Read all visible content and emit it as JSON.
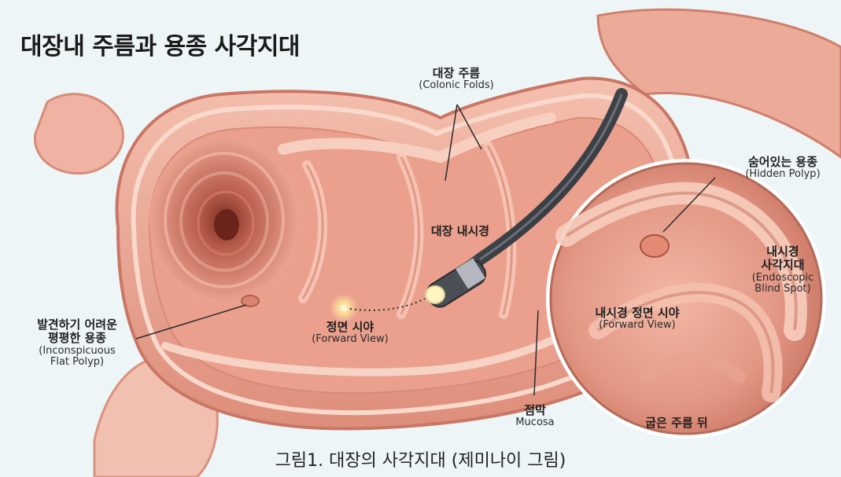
{
  "title": "대장내 주름과 용종 사각지대",
  "caption": "그림1. 대장의 사각지대 (제미나이 그림)",
  "labels": {
    "colonic_folds": {
      "ko": "대장 주름",
      "en": "(Colonic Folds)"
    },
    "hidden_polyp": {
      "ko": "숨어있는 용종",
      "en": "(Hidden Polyp)"
    },
    "endoscope": {
      "ko": "대장 내시경"
    },
    "blind_spot": {
      "ko_line1": "내시경",
      "ko_line2": "사각지대",
      "en_line1": "(Endoscopic",
      "en_line2": "Blind Spot)"
    },
    "flat_polyp": {
      "ko_line1": "발견하기 어려운",
      "ko_line2": "평평한 용종",
      "en_line1": "(Inconspicuous",
      "en_line2": "Flat Polyp)"
    },
    "forward_view": {
      "ko": "정면 시야",
      "en": "(Forward View)"
    },
    "inset_forward_view": {
      "ko": "내시경 정면 시야",
      "en": "(Forward View)"
    },
    "mucosa": {
      "ko": "점막",
      "en": "Mucosa"
    },
    "behind_fold": {
      "ko": "굽은 주름 뒤"
    }
  },
  "colors": {
    "background": "#eef5f7",
    "tissue": "#e9a08f",
    "tissue_dark": "#c96e5d",
    "tissue_light": "#f6c7b6",
    "scope": "#3c3f45",
    "light": "#fff2b0"
  }
}
